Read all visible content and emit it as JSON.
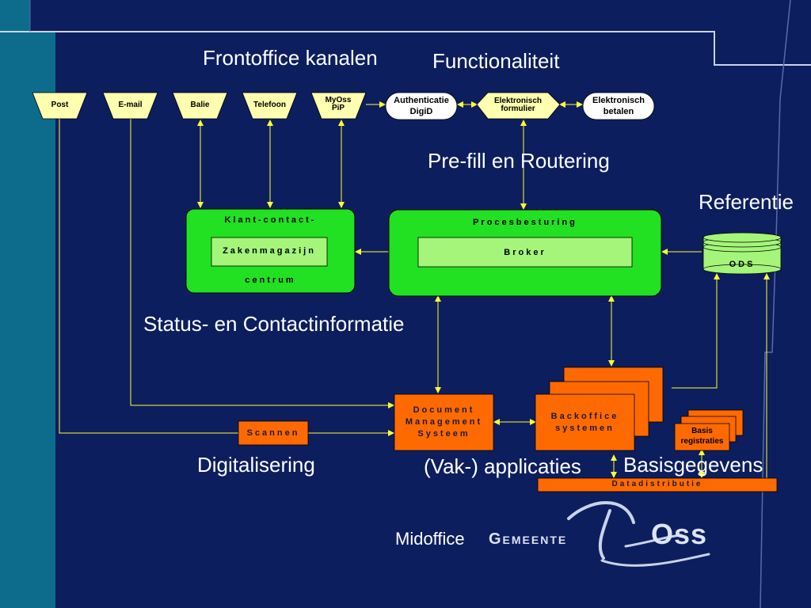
{
  "headings": {
    "frontoffice": "Frontoffice kanalen",
    "functionaliteit": "Functionaliteit",
    "prefill": "Pre-fill en Routering",
    "referentie": "Referentie",
    "status": "Status- en Contactinformatie",
    "digitalisering": "Digitalisering",
    "applicaties": "(Vak-) applicaties",
    "basisgegevens": "Basisgegevens",
    "midoffice": "Midoffice"
  },
  "channels": [
    "Post",
    "E-mail",
    "Balie",
    "Telefoon",
    "MyOss PiP"
  ],
  "functions": {
    "authenticatie": "Authenticatie DigiD",
    "formulier": "Elektronisch formulier",
    "betalen": "Elektronisch betalen"
  },
  "kcc": {
    "top": "Klant-contact-",
    "inner": "Zakenmagazijn",
    "bottom": "centrum"
  },
  "process": {
    "title": "Procesbesturing",
    "inner": "Broker"
  },
  "ods": "ODS",
  "dms": "Document Management Systeem",
  "backoffice": "Backoffice systemen",
  "scannen": "Scannen",
  "basis": "Basis registraties",
  "datadistributie": "Datadistributie",
  "logo": {
    "word1": "Gemeente",
    "word2": "Oss"
  },
  "colors": {
    "background": "#0d1e5e",
    "green": "#22e022",
    "light_green": "#a4f57a",
    "orange": "#ff6a00",
    "yellow": "#ffffb0",
    "teal": "#0d6c8c"
  }
}
